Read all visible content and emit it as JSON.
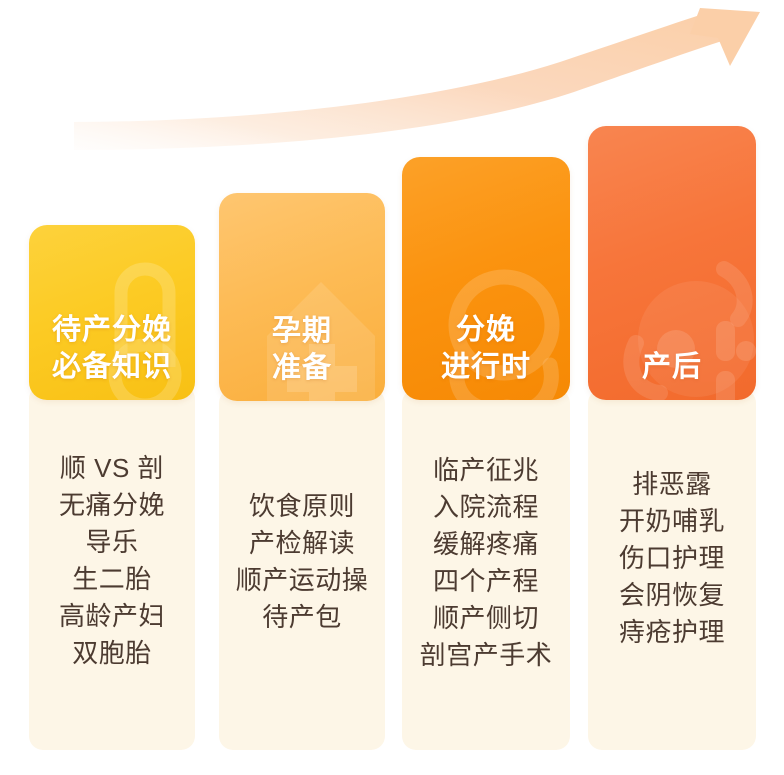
{
  "decor": {
    "arrow_icon": "curved-growth-arrow-icon",
    "arrow_color_start": "#FDF0E4",
    "arrow_color_end": "#FBCFA8"
  },
  "theme": {
    "panel_bg": "#FDF6E7",
    "list_text_color": "#4C3B31",
    "title_text_color": "#FFFFFF"
  },
  "columns": [
    {
      "id": "col-prelabor",
      "title": "待产分娩\n必备知识",
      "color": "#FCCB24",
      "color_dark": "#F5BE12",
      "watermark_icon": "pregnancy-test-icon",
      "items": [
        "顺 VS 剖",
        "无痛分娩",
        "导乐",
        "生二胎",
        "高龄产妇",
        "双胞胎"
      ]
    },
    {
      "id": "col-pregnancy-prep",
      "title": "孕期\n准备",
      "color": "#FDBB55",
      "color_dark": "#F9AE3F",
      "watermark_icon": "hospital-cross-icon",
      "items": [
        "饮食原则",
        "产检解读",
        "顺产运动操",
        "待产包"
      ]
    },
    {
      "id": "col-delivery",
      "title": "分娩\n进行时",
      "color": "#FB930F",
      "color_dark": "#F78A05",
      "watermark_icon": "uterus-baby-icon",
      "items": [
        "临产征兆",
        "入院流程",
        "缓解疼痛",
        "四个产程",
        "顺产侧切",
        "剖宫产手术"
      ]
    },
    {
      "id": "col-postpartum",
      "title": "产后",
      "color": "#F7753A",
      "color_dark": "#F06A2E",
      "watermark_icon": "baby-face-icon",
      "items": [
        "排恶露",
        "开奶哺乳",
        "伤口护理",
        "会阴恢复",
        "痔疮护理"
      ]
    }
  ]
}
